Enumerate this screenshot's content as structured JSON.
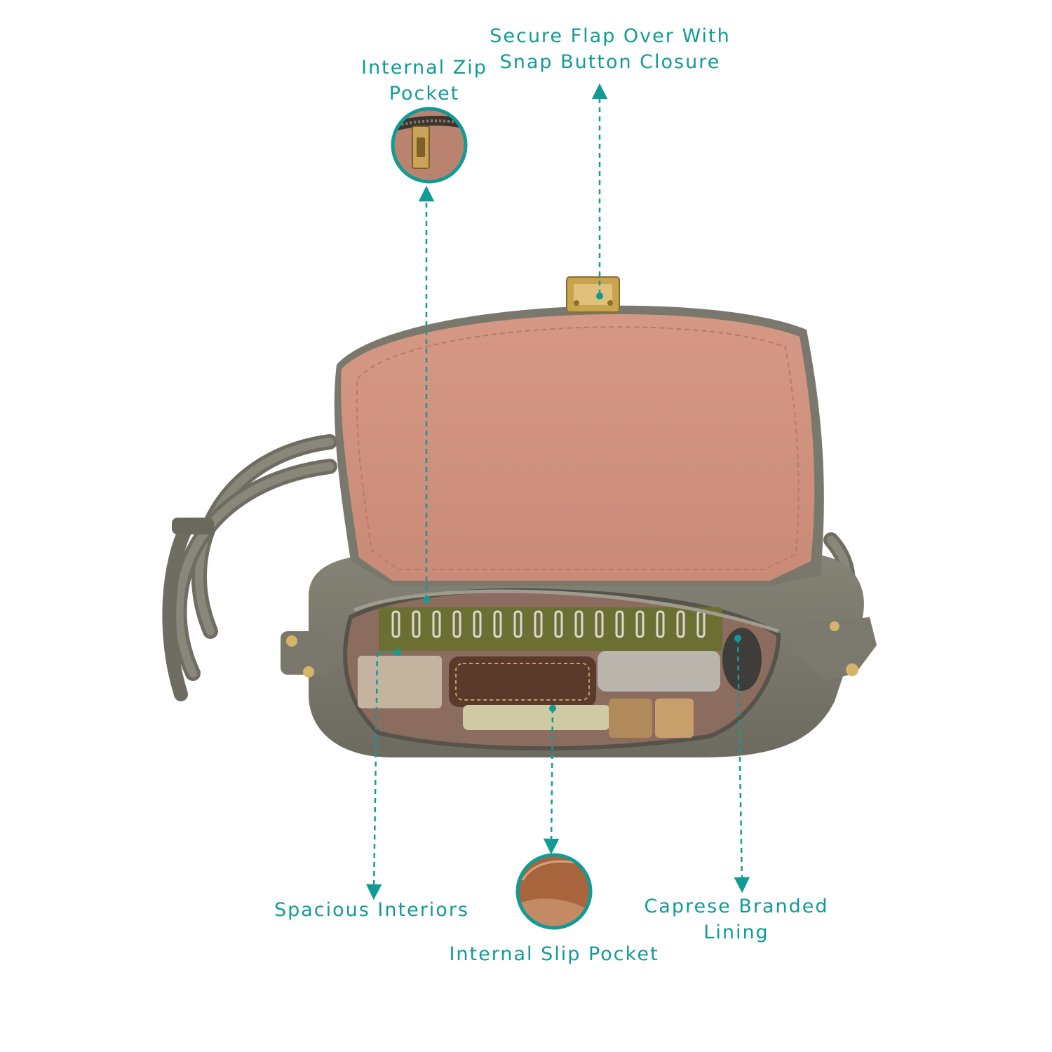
{
  "theme": {
    "accent": "#129b95",
    "bag_body": "#7c7a6d",
    "bag_shadow": "#5f5d53",
    "flap_lining": "#d79a85",
    "interior": "#9a7668",
    "notebook": "#6b7032",
    "hardware": "#d6b46a"
  },
  "callouts": {
    "internal_zip_pocket": {
      "line1": "Internal Zip",
      "line2": "Pocket"
    },
    "secure_flap": {
      "line1": "Secure Flap Over With",
      "line2": "Snap Button Closure"
    },
    "spacious_interiors": {
      "line1": "Spacious Interiors"
    },
    "internal_slip_pocket": {
      "line1": "Internal Slip Pocket"
    },
    "branded_lining": {
      "line1": "Caprese Branded",
      "line2": "Lining"
    }
  },
  "icons": {
    "zip_detail": "zipper-pull-icon",
    "slip_detail": "slip-pocket-icon"
  }
}
